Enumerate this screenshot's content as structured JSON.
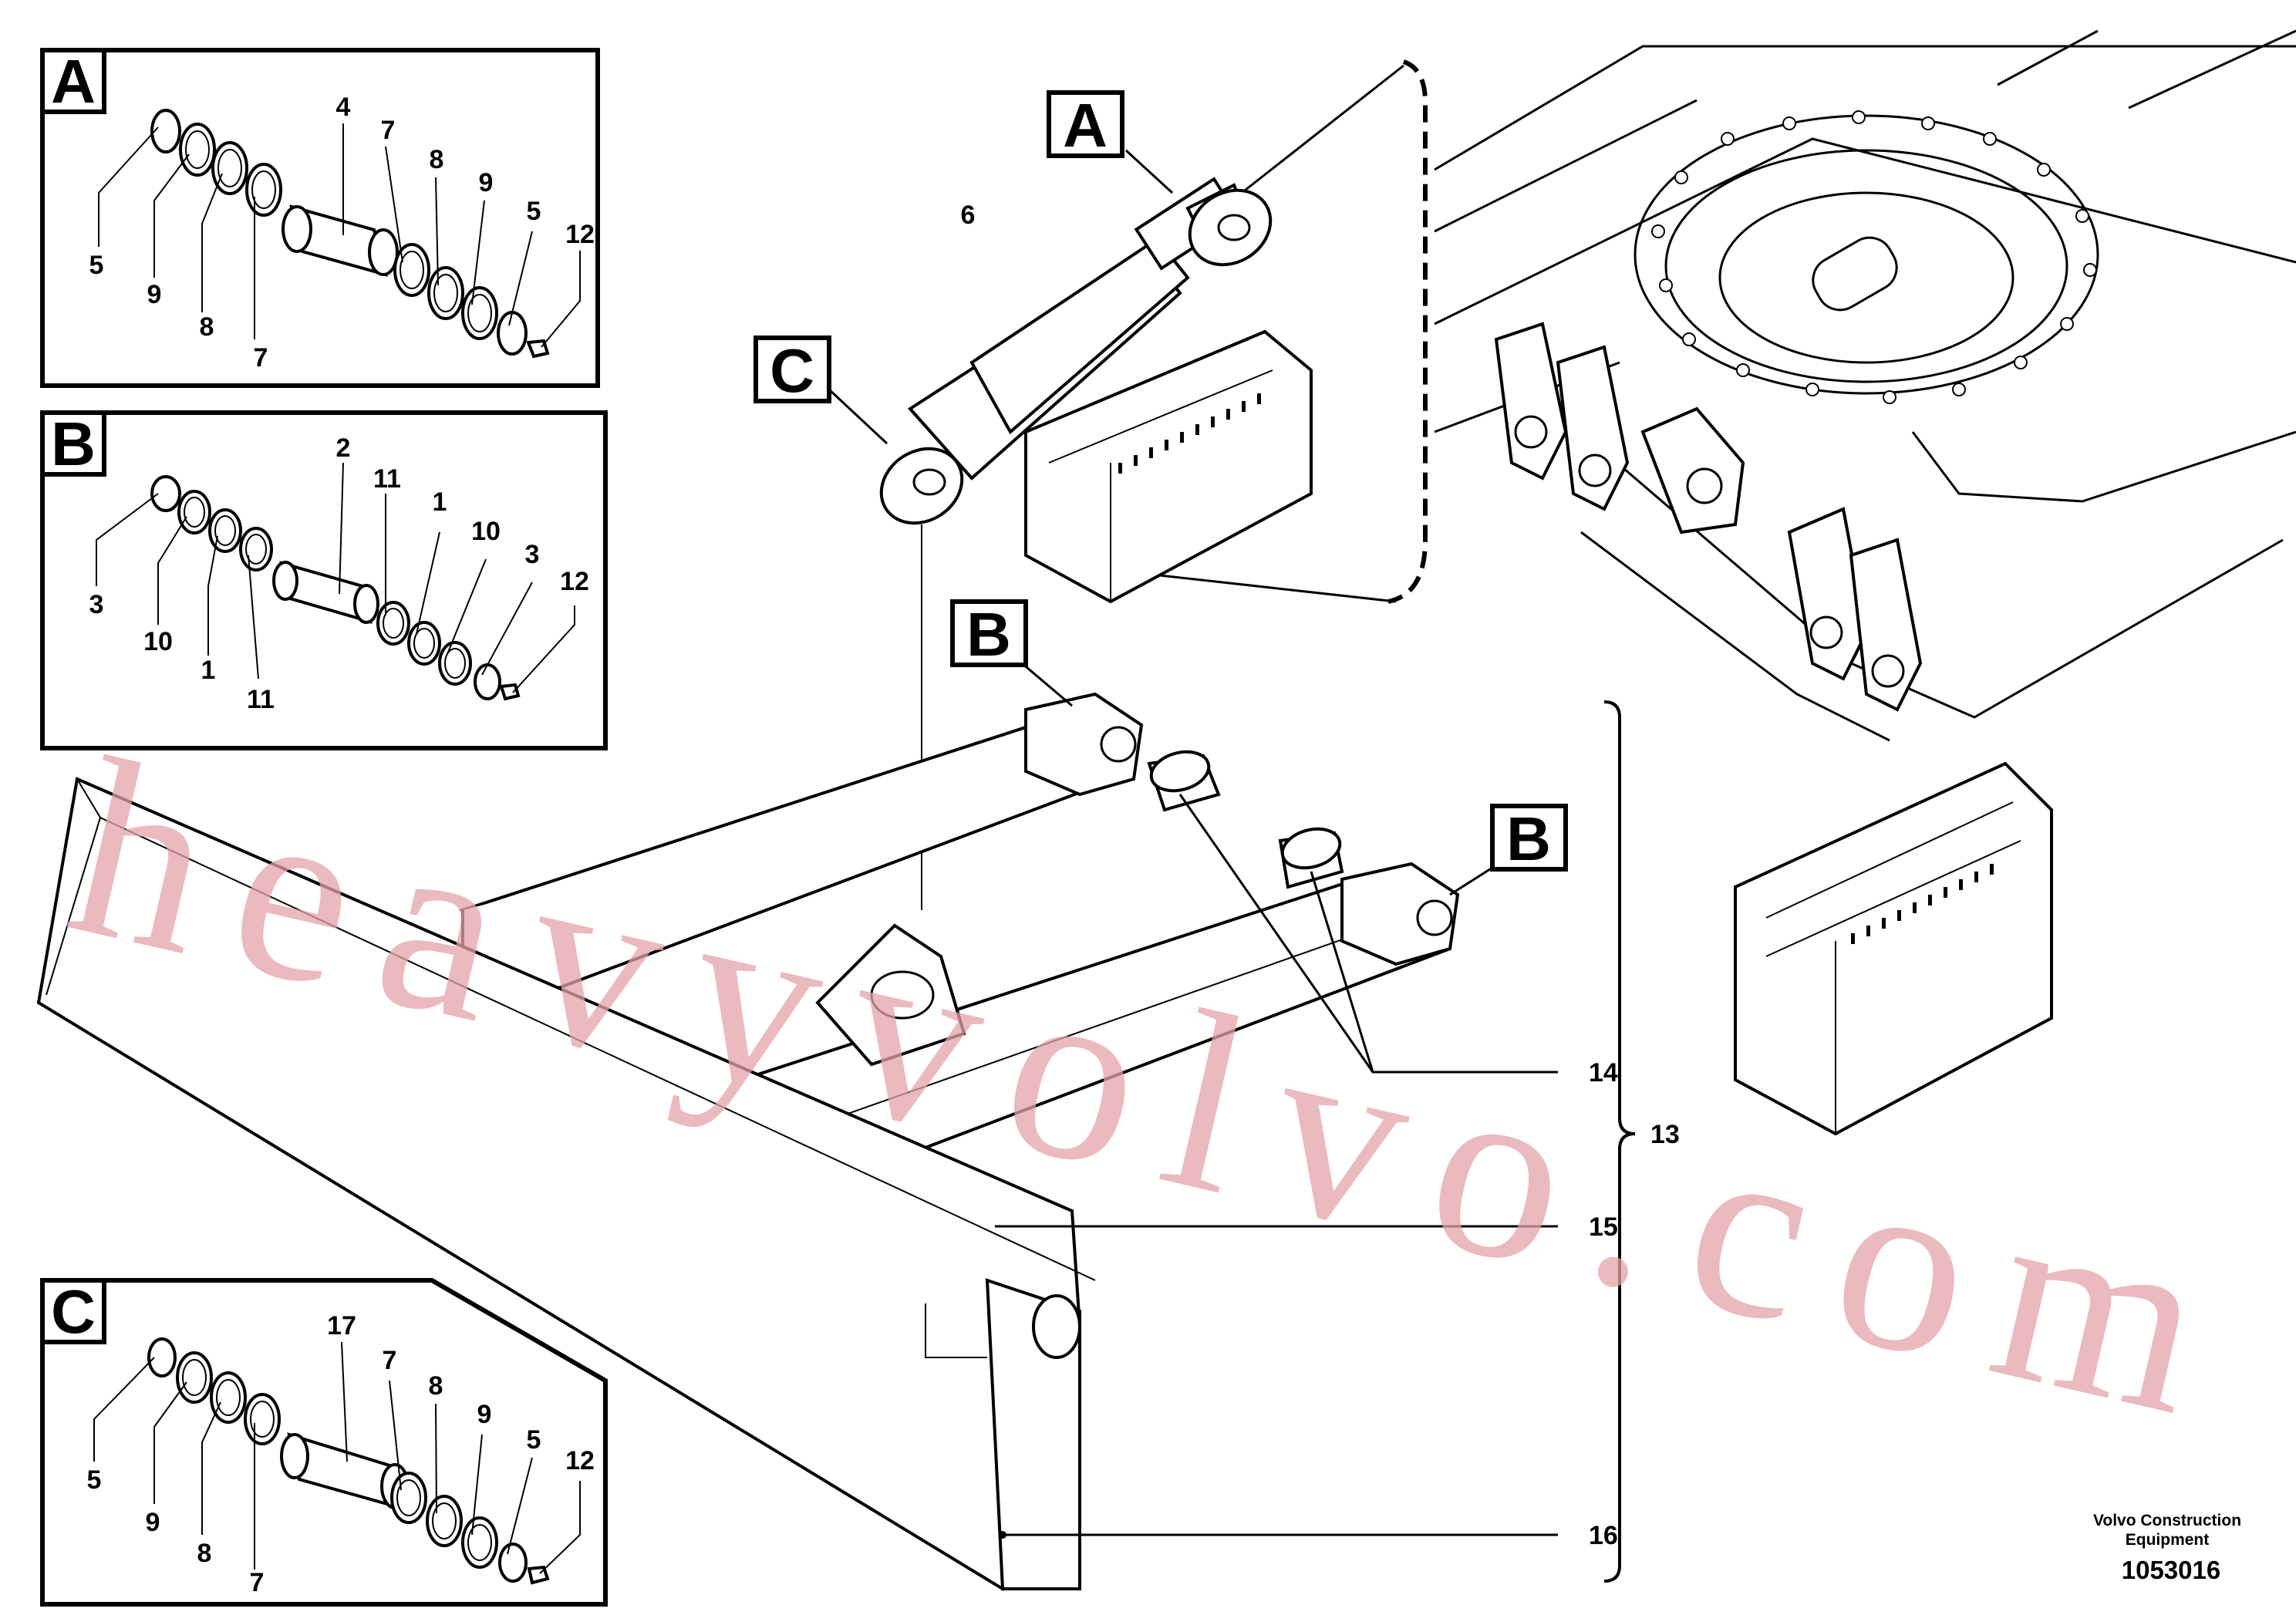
{
  "detail_boxes": [
    {
      "letter": "A",
      "labels": [
        "4",
        "7",
        "8",
        "9",
        "5",
        "12",
        "5",
        "9",
        "8",
        "7"
      ]
    },
    {
      "letter": "B",
      "labels": [
        "2",
        "11",
        "1",
        "10",
        "3",
        "12",
        "3",
        "10",
        "1",
        "11"
      ]
    },
    {
      "letter": "C",
      "labels": [
        "17",
        "7",
        "8",
        "9",
        "5",
        "12",
        "5",
        "9",
        "8",
        "7"
      ]
    }
  ],
  "callouts": {
    "cylinder_ref_a": "A",
    "cylinder_ref_c": "C",
    "arm_ref_b_left": "B",
    "arm_ref_b_right": "B"
  },
  "part_numbers": {
    "cylinder": "6",
    "bushing": "14",
    "assembly": "13",
    "frame": "15",
    "blade": "16"
  },
  "watermark": "heavyvolvo.com",
  "brand": {
    "line1": "Volvo Construction",
    "line2": "Equipment"
  },
  "drawing_code": "1053016"
}
